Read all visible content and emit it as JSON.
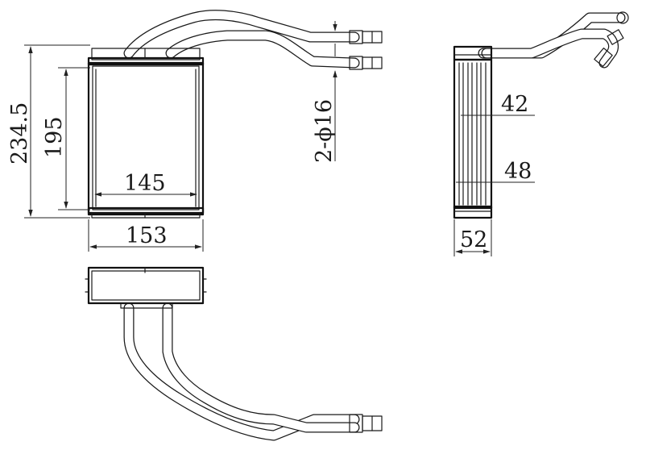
{
  "drawing": {
    "front_view": {
      "dim_overall_height": "234.5",
      "dim_core_height": "195",
      "dim_core_width": "145",
      "dim_overall_width": "153",
      "dim_pipe_spec": "2-ϕ16"
    },
    "side_view": {
      "dim_inner_depth": "42",
      "dim_outer_depth": "48",
      "dim_total_depth": "52"
    }
  },
  "colors": {
    "line": "#1a1a1a",
    "core_tube_accent": "#b03030",
    "background": "#ffffff"
  }
}
